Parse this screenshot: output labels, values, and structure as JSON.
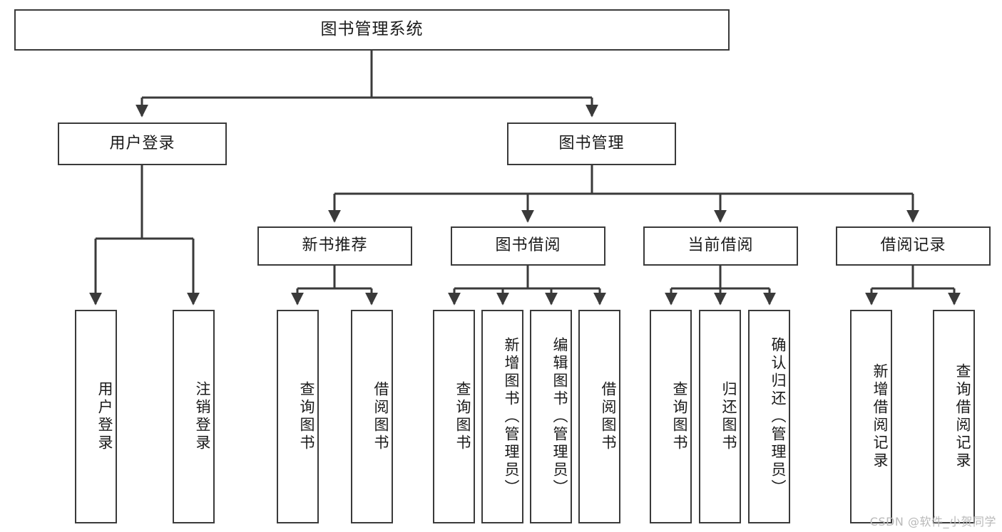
{
  "diagram": {
    "title": "图书管理系统",
    "watermark": "CSDN @软件_小贺同学",
    "stroke_color": "#3a3a3a",
    "text_color": "#1a1a1a",
    "background_color": "#ffffff",
    "watermark_color": "#b9b9b9"
  },
  "nodes": {
    "root": {
      "label": "图书管理系统"
    },
    "level2": [
      {
        "label": "用户登录"
      },
      {
        "label": "图书管理"
      }
    ],
    "level3": [
      {
        "label": "新书推荐"
      },
      {
        "label": "图书借阅"
      },
      {
        "label": "当前借阅"
      },
      {
        "label": "借阅记录"
      }
    ],
    "leaves_user_login": [
      {
        "label": "用户登录"
      },
      {
        "label": "注销登录"
      }
    ],
    "leaves_new_books": [
      {
        "label": "查询图书"
      },
      {
        "label": "借阅图书"
      }
    ],
    "leaves_borrow": [
      {
        "label": "查询图书"
      },
      {
        "label": "新增图书（管理员）"
      },
      {
        "label": "编辑图书（管理员）"
      },
      {
        "label": "借阅图书"
      }
    ],
    "leaves_current": [
      {
        "label": "查询图书"
      },
      {
        "label": "归还图书"
      },
      {
        "label": "确认归还（管理员）"
      }
    ],
    "leaves_records": [
      {
        "label": "新增借阅记录"
      },
      {
        "label": "查询借阅记录"
      }
    ]
  },
  "chart_data": {
    "type": "table",
    "title": "图书管理系统 功能结构图",
    "hierarchy": [
      {
        "label": "图书管理系统",
        "children": [
          {
            "label": "用户登录",
            "children": [
              {
                "label": "用户登录"
              },
              {
                "label": "注销登录"
              }
            ]
          },
          {
            "label": "图书管理",
            "children": [
              {
                "label": "新书推荐",
                "children": [
                  {
                    "label": "查询图书"
                  },
                  {
                    "label": "借阅图书"
                  }
                ]
              },
              {
                "label": "图书借阅",
                "children": [
                  {
                    "label": "查询图书"
                  },
                  {
                    "label": "新增图书（管理员）"
                  },
                  {
                    "label": "编辑图书（管理员）"
                  },
                  {
                    "label": "借阅图书"
                  }
                ]
              },
              {
                "label": "当前借阅",
                "children": [
                  {
                    "label": "查询图书"
                  },
                  {
                    "label": "归还图书"
                  },
                  {
                    "label": "确认归还（管理员）"
                  }
                ]
              },
              {
                "label": "借阅记录",
                "children": [
                  {
                    "label": "新增借阅记录"
                  },
                  {
                    "label": "查询借阅记录"
                  }
                ]
              }
            ]
          }
        ]
      }
    ]
  }
}
